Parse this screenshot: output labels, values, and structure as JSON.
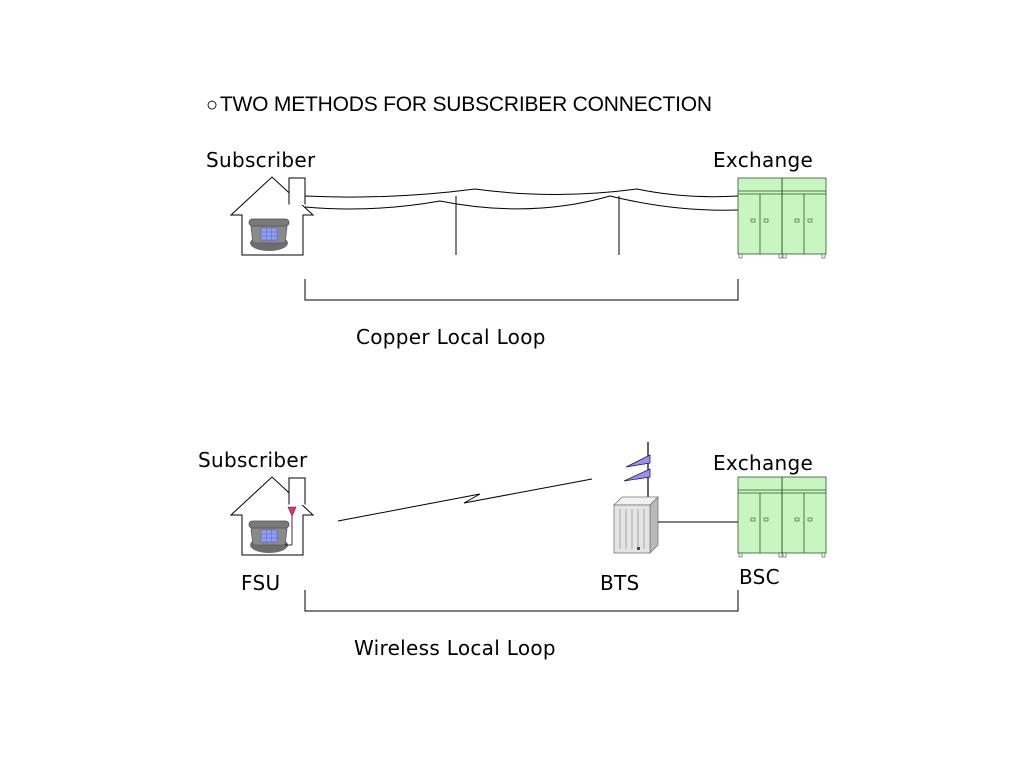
{
  "title": "TWO METHODS FOR SUBSCRIBER CONNECTION",
  "title_bullet": "○",
  "copper": {
    "subscriber_label": "Subscriber",
    "exchange_label": "Exchange",
    "loop_label": "Copper Local Loop"
  },
  "wireless": {
    "subscriber_label": "Subscriber",
    "exchange_label": "Exchange",
    "fsu_label": "FSU",
    "bts_label": "BTS",
    "bsc_label": "BSC",
    "loop_label": "Wireless Local Loop"
  },
  "colors": {
    "exchange_fill": "#c8f5c0",
    "phone_body": "#8a8a8a",
    "keypad": "#8fa0f0",
    "antenna_panel": "#9b8ff0",
    "fsu_antenna": "#e0307a",
    "bts_cabinet": "#e4e4e4"
  },
  "icons": [
    "house-icon",
    "telephone-icon",
    "telephone-pole-icon",
    "exchange-cabinet-icon",
    "bts-tower-icon",
    "bts-cabinet-icon",
    "radio-link-icon"
  ]
}
